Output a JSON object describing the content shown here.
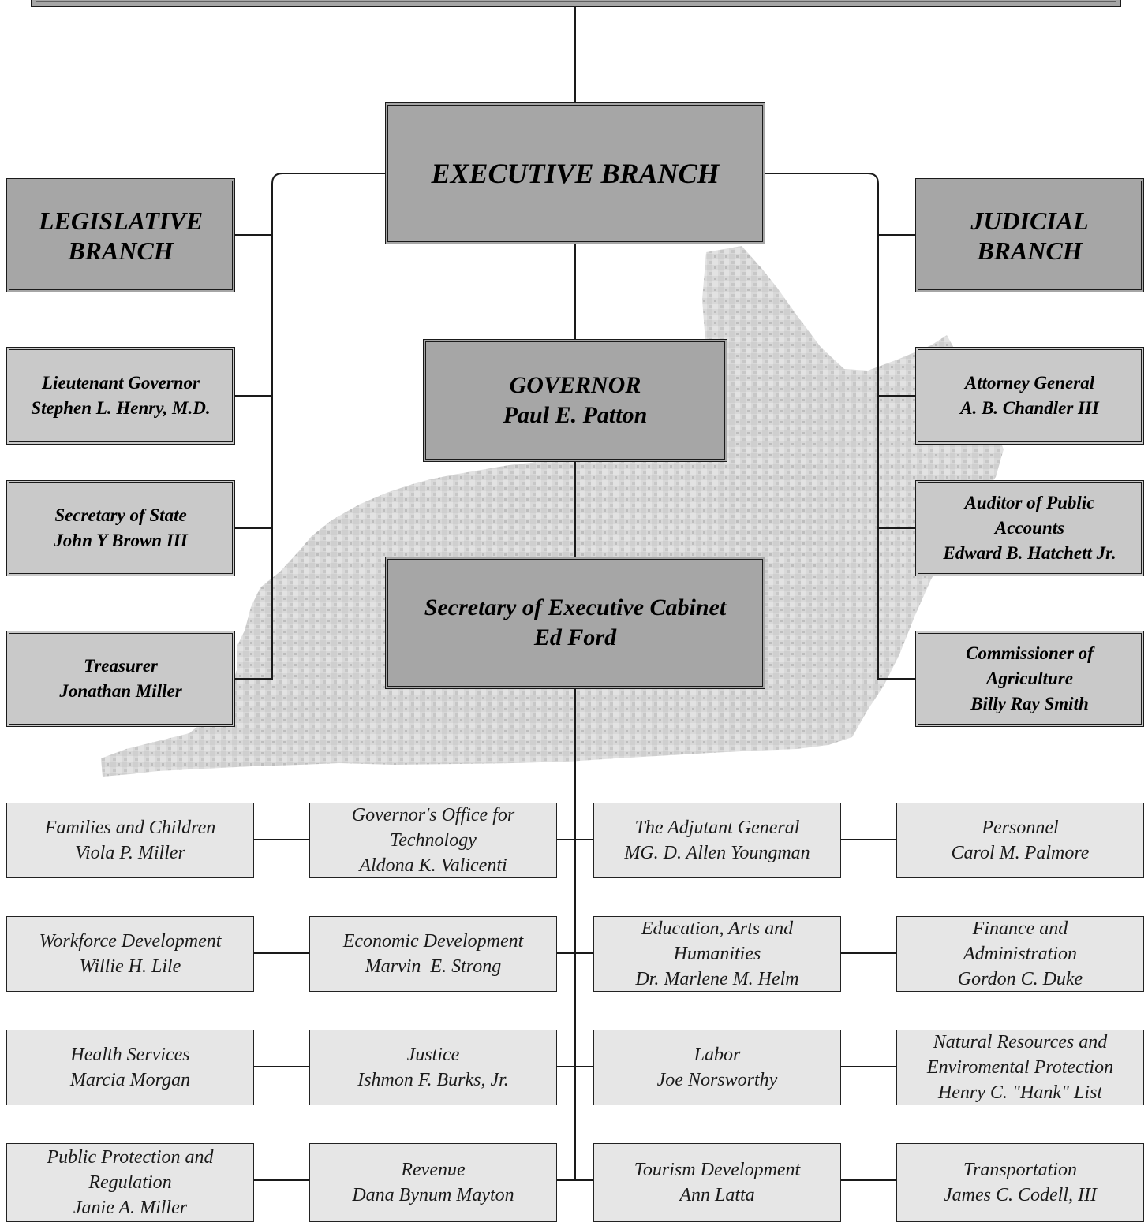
{
  "branches": {
    "executive": "EXECUTIVE BRANCH",
    "legislative": [
      "LEGISLATIVE",
      "BRANCH"
    ],
    "judicial": [
      "JUDICIAL",
      "BRANCH"
    ]
  },
  "governor": [
    "GOVERNOR",
    "Paul E. Patton"
  ],
  "cabinet_secretary": [
    "Secretary of Executive Cabinet",
    "Ed Ford"
  ],
  "left_offices": {
    "lieutenant_governor": [
      "Lieutenant Governor",
      "Stephen L. Henry, M.D."
    ],
    "secretary_of_state": [
      "Secretary of State",
      "John Y Brown III"
    ],
    "treasurer": [
      "Treasurer",
      "Jonathan Miller"
    ]
  },
  "right_offices": {
    "attorney_general": [
      "Attorney General",
      "A. B. Chandler III"
    ],
    "auditor": [
      "Auditor of Public",
      "Accounts",
      "Edward B. Hatchett Jr."
    ],
    "agriculture": [
      "Commissioner of",
      "Agriculture",
      "Billy Ray Smith"
    ]
  },
  "cabinets": {
    "families_children": [
      "Families and Children",
      "Viola P. Miller"
    ],
    "technology": [
      "Governor's Office for",
      "Technology",
      "Aldona K. Valicenti"
    ],
    "adjutant_general": [
      "The Adjutant General",
      "MG. D. Allen Youngman"
    ],
    "personnel": [
      "Personnel",
      "Carol M. Palmore"
    ],
    "workforce": [
      "Workforce Development",
      "Willie H. Lile"
    ],
    "economic_development": [
      "Economic Development",
      "Marvin  E. Strong"
    ],
    "education": [
      "Education, Arts and",
      "Humanities",
      "Dr. Marlene M. Helm"
    ],
    "finance": [
      "Finance and",
      "Administration",
      "Gordon C. Duke"
    ],
    "health": [
      "Health Services",
      "Marcia Morgan"
    ],
    "justice": [
      "Justice",
      "Ishmon F. Burks, Jr."
    ],
    "labor": [
      "Labor",
      "Joe Norsworthy"
    ],
    "natural_resources": [
      "Natural Resources and",
      "Enviromental Protection",
      "Henry C. \"Hank\" List"
    ],
    "public_protection": [
      "Public Protection and",
      "Regulation",
      "Janie A. Miller"
    ],
    "revenue": [
      "Revenue",
      "Dana Bynum Mayton"
    ],
    "tourism": [
      "Tourism Development",
      "Ann Latta"
    ],
    "transportation": [
      "Transportation",
      "James C. Codell, III"
    ]
  }
}
